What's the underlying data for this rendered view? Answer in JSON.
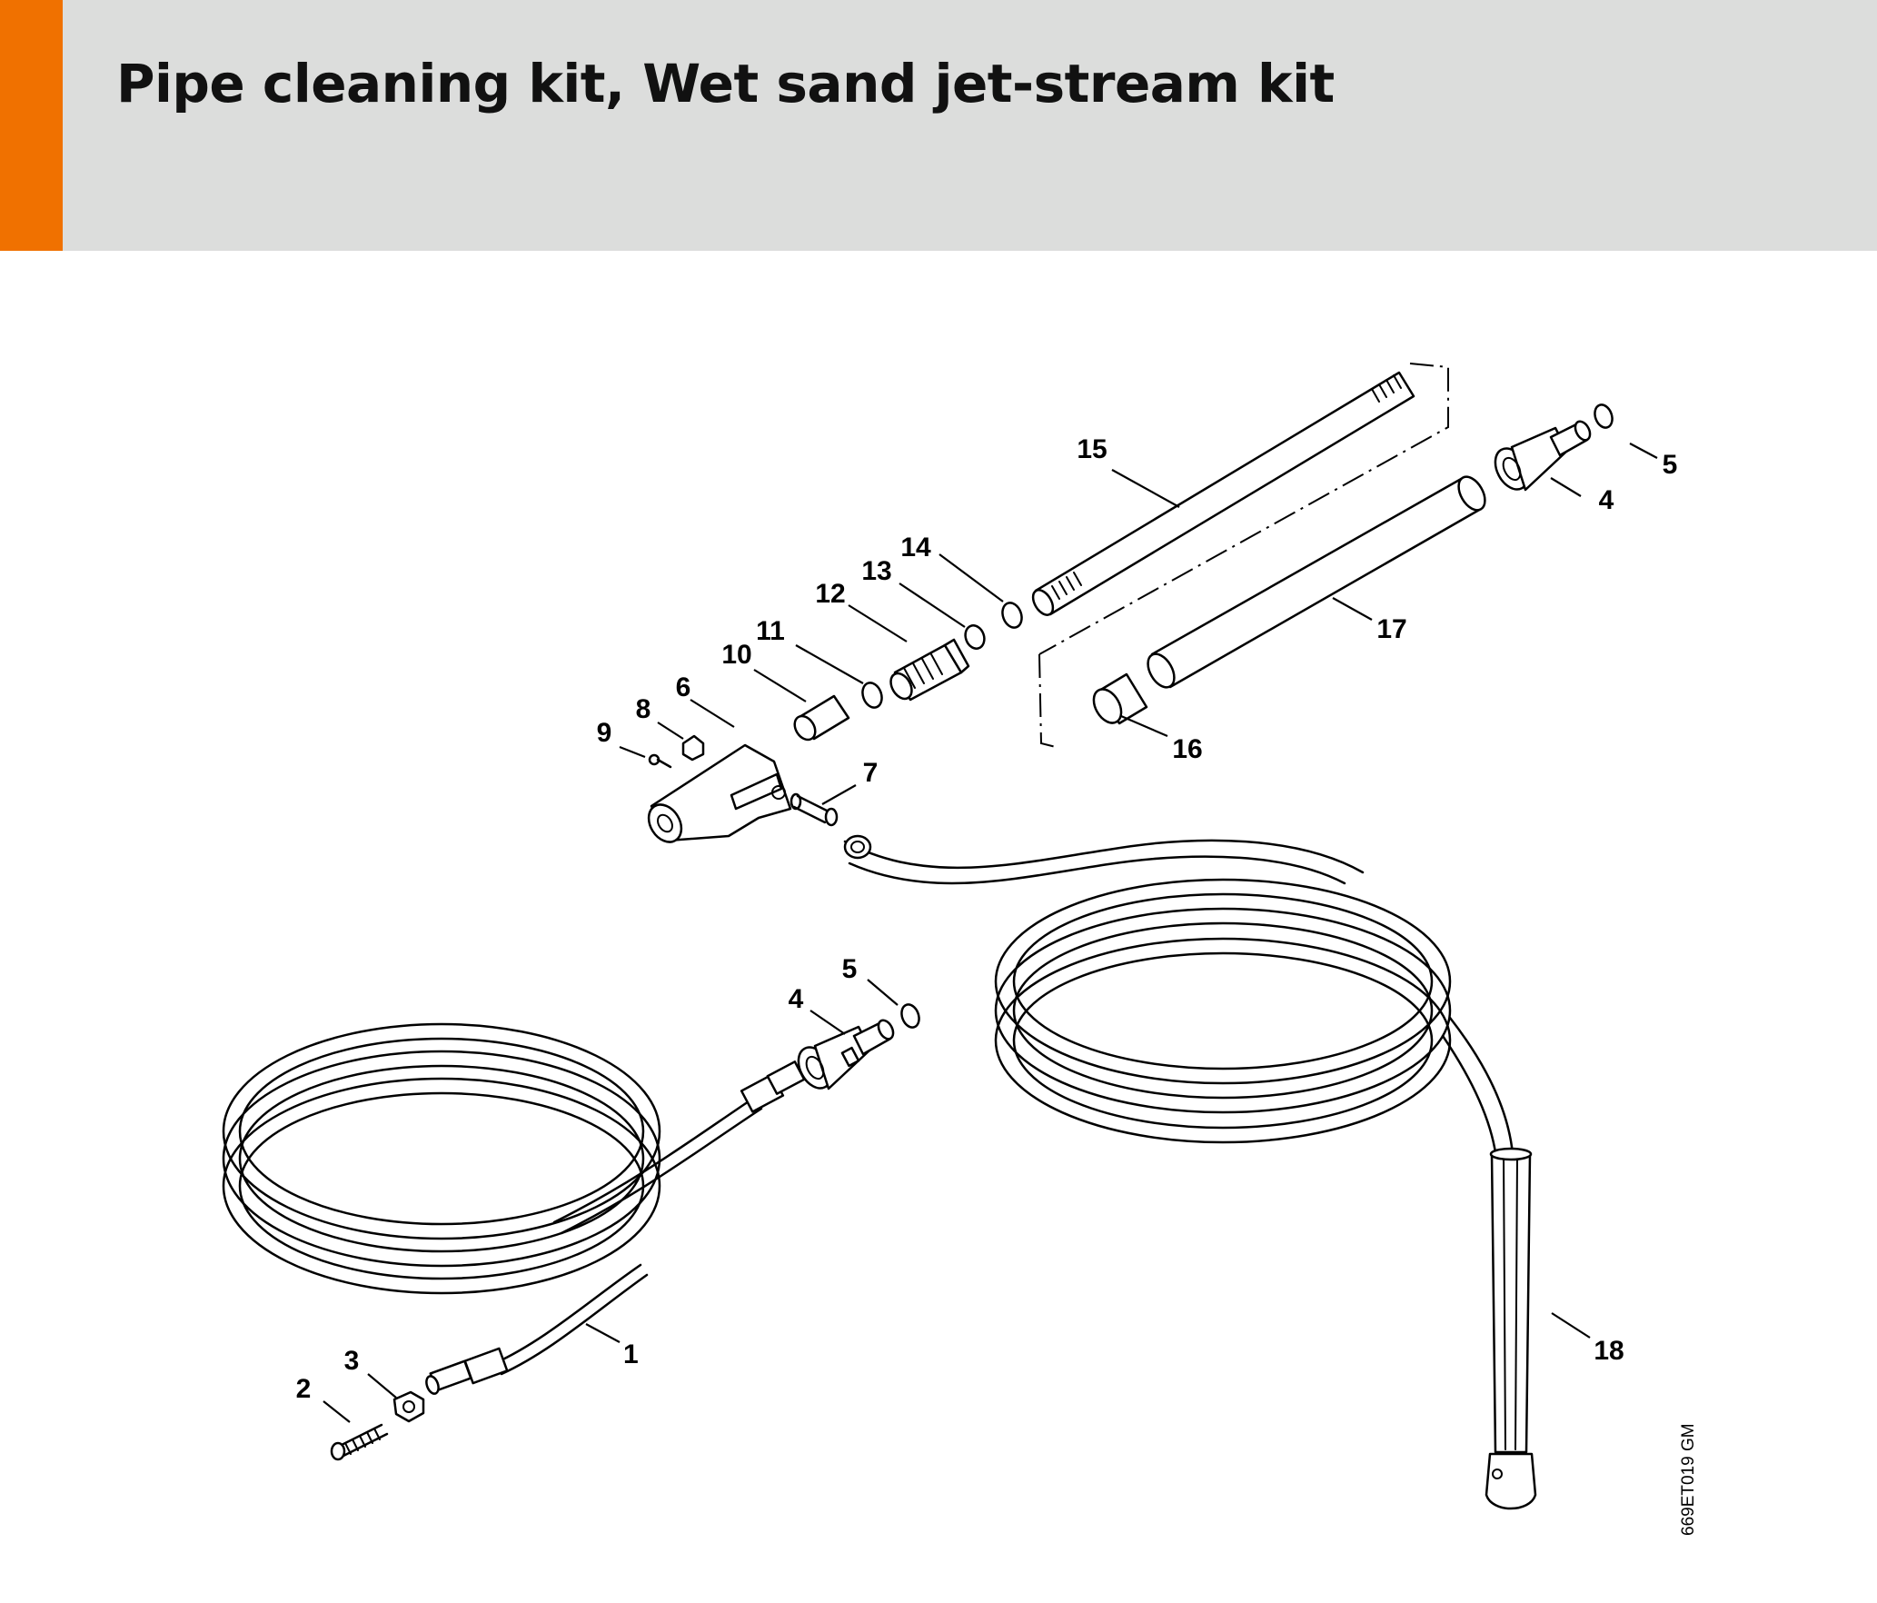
{
  "header": {
    "title": "Pipe cleaning kit, Wet sand jet-stream kit",
    "accent_color": "#f07100",
    "background_color": "#dcdddc"
  },
  "diagram": {
    "drawing_code": "669ET019 GM",
    "callouts": {
      "c1": "1",
      "c2": "2",
      "c3": "3",
      "c4a": "4",
      "c5a": "5",
      "c4b": "4",
      "c5b": "5",
      "c6": "6",
      "c7": "7",
      "c8": "8",
      "c9": "9",
      "c10": "10",
      "c11": "11",
      "c12": "12",
      "c13": "13",
      "c14": "14",
      "c15": "15",
      "c16": "16",
      "c17": "17",
      "c18": "18"
    }
  }
}
